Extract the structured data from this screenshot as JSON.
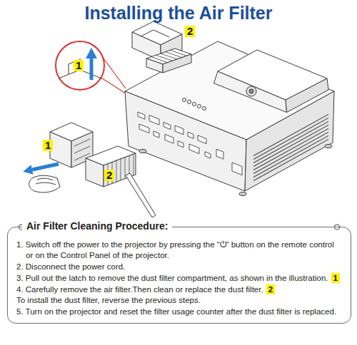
{
  "diagram": {
    "title": "Installing the Air Filter",
    "nodes": [
      {
        "text": [
          "Air Filter Cleaning Procedure:",
          "1. Switch off the power to the projector by pressing the “⏻” button on the remote control or on the Control Panel of the projector.",
          "2. Disconnect the power cord.",
          "3. Pull out the latch to remove the dust filter compartment, as shown in the illustration.",
          "1",
          "4. Carefully remove the air filter.Then clean or replace the dust filter.",
          "2",
          "To install the dust filter, reverse the previous steps.",
          "5. Turn on the projector and reset the filter usage counter after the dust filter is replaced."
        ]
      }
    ],
    "labels": [
      "2",
      "1",
      "1",
      "2"
    ]
  }
}
